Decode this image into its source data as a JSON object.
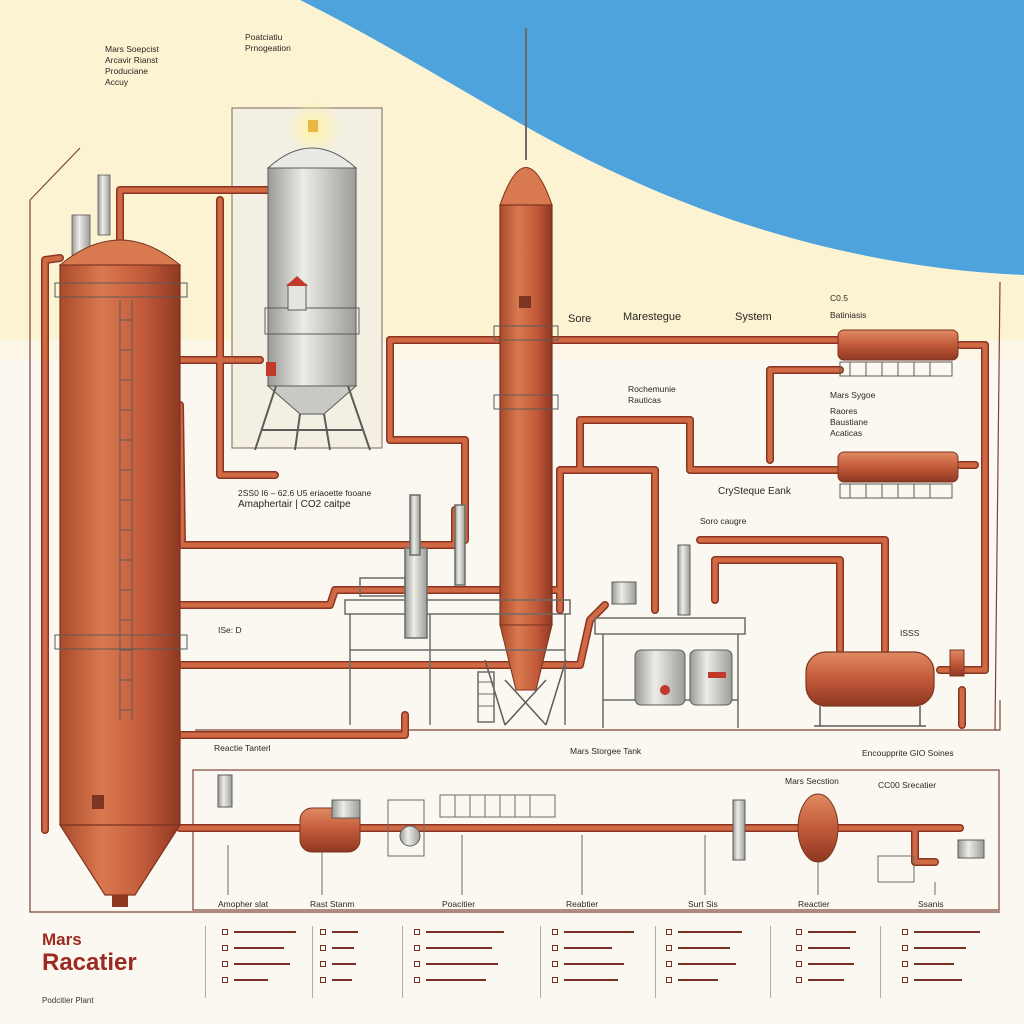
{
  "labels": {
    "top_left": [
      "Mars Soepcist",
      "Arcavir Rianst",
      "Produciane",
      "Accuy"
    ],
    "top_center": [
      "Poatciatiu",
      "Prnogeation"
    ],
    "sore": "Sore",
    "marestegue": "Marestegue",
    "system": "System",
    "c05_right": [
      "C0.5",
      "Batiniasis"
    ],
    "rochemunie": [
      "Rochemunie",
      "Rauticas"
    ],
    "mars_sygoe": [
      "Mars Sygoe",
      "Raores",
      "Baustiane",
      "Acaticas"
    ],
    "crystague": "CrySteque Eank",
    "mid_left": [
      "2SS0 I6 – 62.6 U5  eriaoette fooane",
      "Amaphertair | CO2 caitpe"
    ],
    "sore_caugre": "Soro caugre",
    "small_left": "ISe: D",
    "small_right": "ISSS",
    "reactie_tanterl": "Reactie Tanterl",
    "mars_storage": "Mars Storgee Tank",
    "encoupprite": "Encoupprite GIO Soines",
    "mars_secstion": "Mars Secstion",
    "cc00_srecatier": "CC00 Srecatier",
    "bottom_row": [
      "Amopher slat",
      "Rast Stanm",
      "Poacitier",
      "Reabtier",
      "Surt Sis",
      "Reactier",
      "Ssanis"
    ]
  },
  "brand": {
    "line1": "Mars",
    "line2": "Racatier",
    "line3": "Podcitier Plant"
  },
  "colors": {
    "pipe": "#c25a3a",
    "pipe_dark": "#8c3422",
    "tank": "#c6643f",
    "steel": "#d7d7d3",
    "sky": "#4fa3dd",
    "cream": "#fbf3d2",
    "brand": "#9b2a22"
  },
  "icons": [
    "flame-glow-icon",
    "antenna-icon"
  ]
}
